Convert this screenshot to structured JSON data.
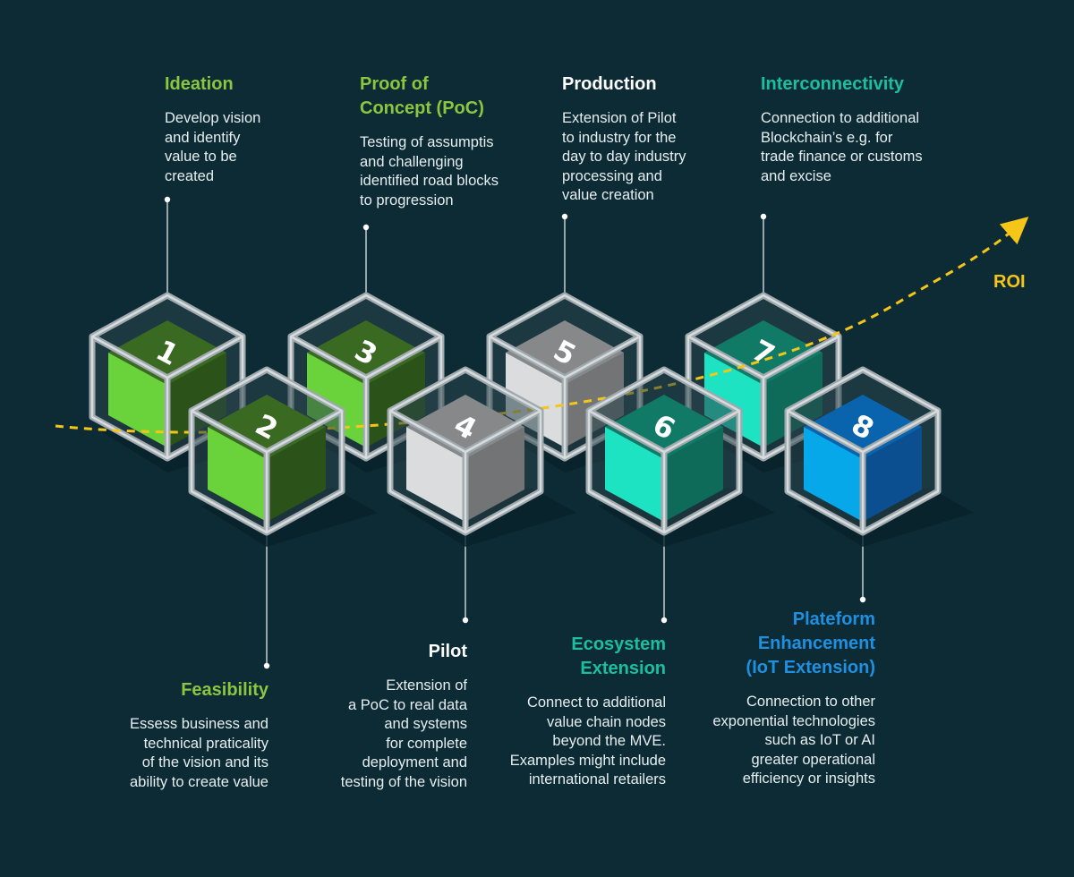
{
  "stages": [
    {
      "num": "1",
      "title": "Ideation",
      "desc": "Develop vision\nand identify\nvalue to be\ncreated",
      "title_color": "#8cc63f",
      "left": "#6ad33b",
      "right": "#2b5319",
      "top": "#3a6a22"
    },
    {
      "num": "2",
      "title": "Feasibility",
      "desc": "Essess business and\ntechnical praticality\nof the vision and its\nability to create value",
      "title_color": "#8cc63f",
      "left": "#6ad33b",
      "right": "#2b5319",
      "top": "#3a6a22"
    },
    {
      "num": "3",
      "title": "Proof of\nConcept (PoC)",
      "desc": "Testing of assumptis\nand challenging\nidentified road blocks\nto progression",
      "title_color": "#8cc63f",
      "left": "#6ad33b",
      "right": "#2b5319",
      "top": "#3a6a22"
    },
    {
      "num": "4",
      "title": "Pilot",
      "desc": "Extension of\na PoC to real data\nand systems\nfor complete\ndeployment and\ntesting of the vision",
      "title_color": "#ffffff",
      "left": "#dadcdd",
      "right": "#727476",
      "top": "#86888a"
    },
    {
      "num": "5",
      "title": "Production",
      "desc": "Extension of Pilot\nto industry for the\nday to day industry\nprocessing and\nvalue creation",
      "title_color": "#ffffff",
      "left": "#dadcdd",
      "right": "#727476",
      "top": "#86888a"
    },
    {
      "num": "6",
      "title": "Ecosystem\nExtension",
      "desc": "Connect to additional\nvalue chain nodes\nbeyond the MVE.\nExamples might include\ninternational retailers",
      "title_color": "#1bbfa0",
      "left": "#1ee3c2",
      "right": "#0e6b5a",
      "top": "#117a66"
    },
    {
      "num": "7",
      "title": "Interconnectivity",
      "desc": "Connection to additional\nBlockchain’s e.g. for\ntrade finance or customs\nand excise",
      "title_color": "#1bbfa0",
      "left": "#1ee3c2",
      "right": "#0e6b5a",
      "top": "#117a66"
    },
    {
      "num": "8",
      "title": "Plateform\nEnhancement\n(IoT Extension)",
      "desc": "Connection to other\nexponential technologies\nsuch as IoT or AI\ngreater operational\nefficiency or insights",
      "title_color": "#1f8fe0",
      "left": "#06a8ea",
      "right": "#0b4f90",
      "top": "#0a64ad"
    }
  ],
  "roi": {
    "label": "ROI",
    "color": "#f5c518"
  },
  "frame_color": "#9fa9ad"
}
